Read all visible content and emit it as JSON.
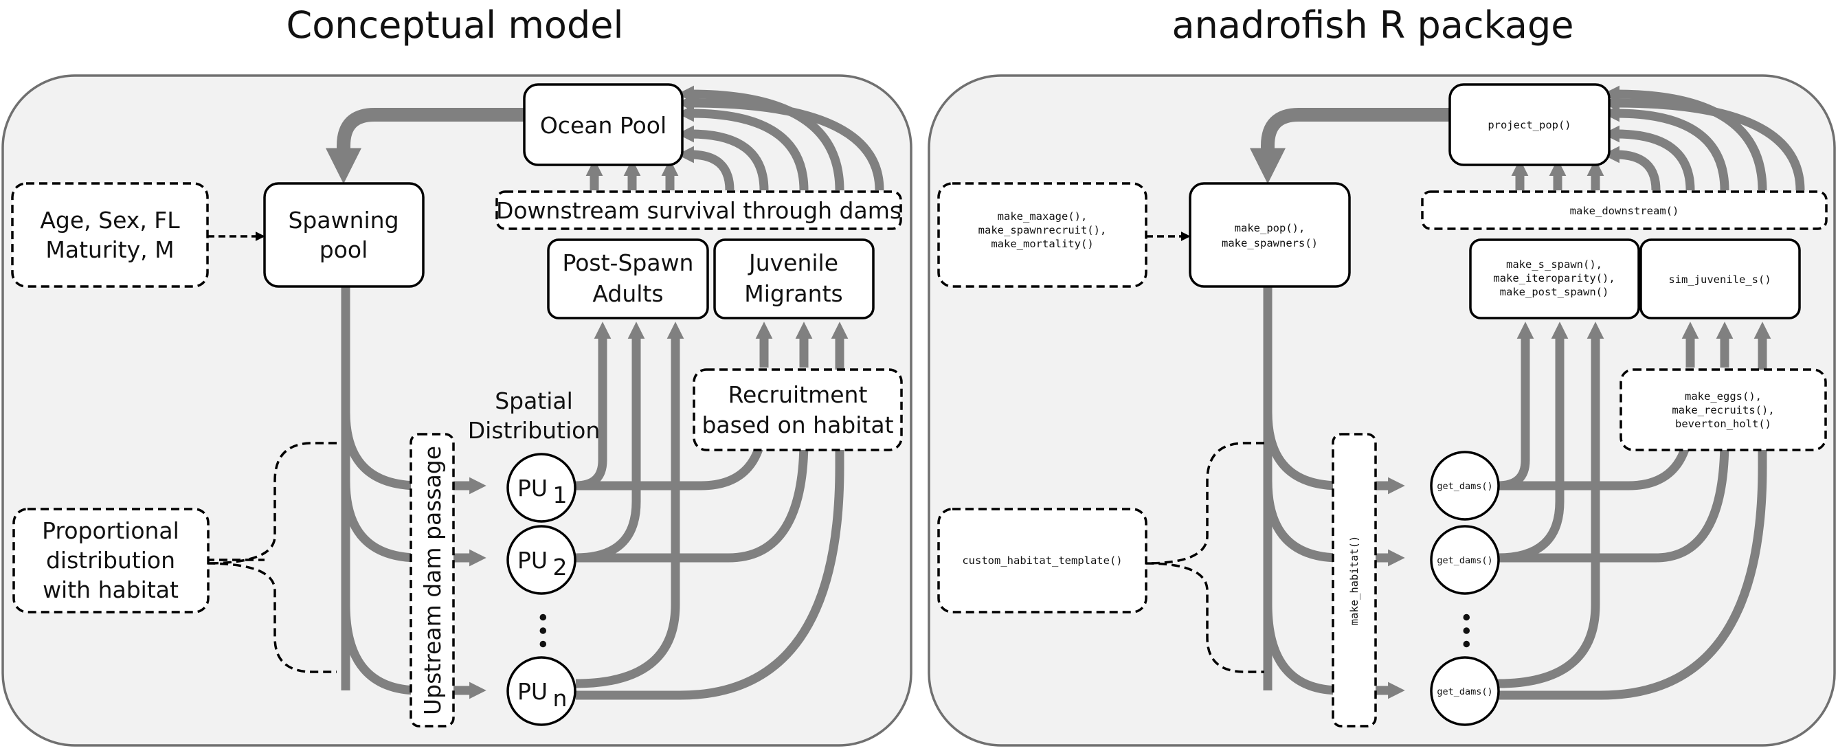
{
  "conceptual": {
    "title": "Conceptual model",
    "ocean_pool": "Ocean Pool",
    "spawning_pool": [
      "Spawning",
      "pool"
    ],
    "age_sex": [
      "Age, Sex, FL",
      "Maturity, M"
    ],
    "downstream": "Downstream survival through dams",
    "post_spawn": [
      "Post-Spawn",
      "Adults"
    ],
    "juvenile": [
      "Juvenile",
      "Migrants"
    ],
    "spatial": [
      "Spatial",
      "Distribution"
    ],
    "recruitment": [
      "Recruitment",
      "based on habitat"
    ],
    "proportional": [
      "Proportional",
      "distribution",
      "with habitat"
    ],
    "upstream": "Upstream dam passage",
    "pu_base": "PU",
    "pu_subs": [
      "1",
      "2",
      "n"
    ],
    "ellipsis": "•••"
  },
  "package": {
    "title": "anadrofish R package",
    "project_pop": "project_pop()",
    "make_pop": [
      "make_pop(),",
      "make_spawners()"
    ],
    "make_age": [
      "make_maxage(),",
      "make_spawnrecruit(),",
      "make_mortality()"
    ],
    "downstream": "make_downstream()",
    "spawn_funcs": [
      "make_s_spawn(),",
      "make_iteroparity(),",
      "make_post_spawn()"
    ],
    "juvenile": "sim_juvenile_s()",
    "eggs": [
      "make_eggs(),",
      "make_recruits(),",
      "beverton_holt()"
    ],
    "habitat_template": "custom_habitat_template()",
    "make_habitat": "make_habitat()",
    "get_dams": "get_dams()"
  },
  "colors": {
    "panel_bg": "#f2f2f2",
    "flow_arrow": "#808080",
    "outline": "#000000"
  }
}
